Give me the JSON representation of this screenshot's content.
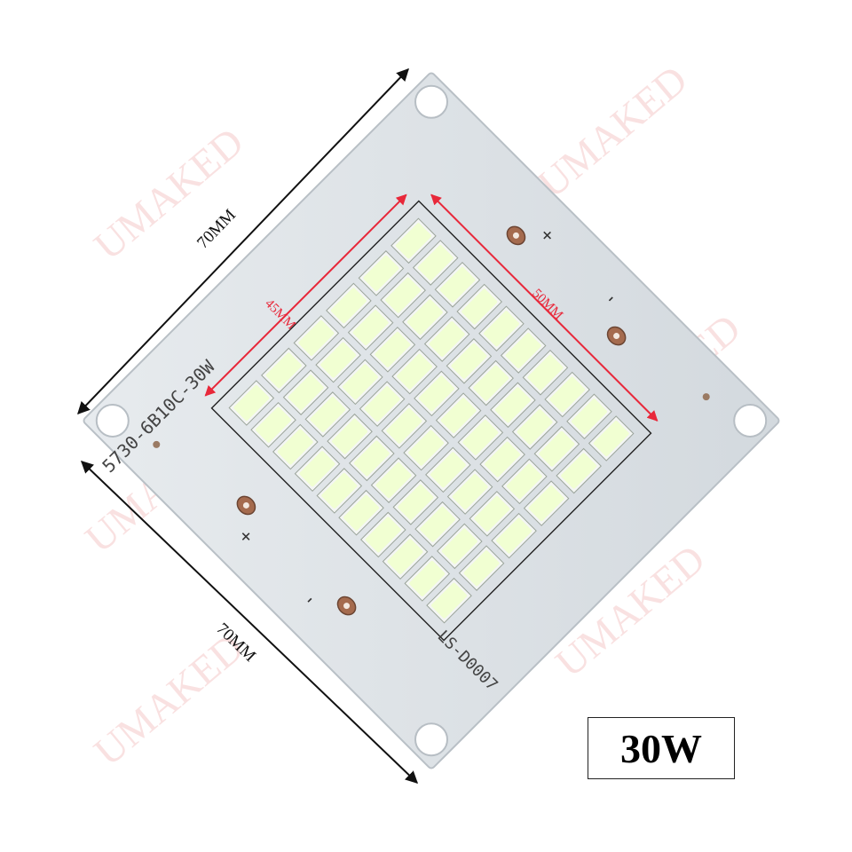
{
  "colors": {
    "background": "#ffffff",
    "board": "#dde2e6",
    "board_edge": "#b9c0c6",
    "led": "#f1ffd2",
    "led_frame": "#9aa39a",
    "dimension_red": "#e8283a",
    "arrow": "#111111",
    "watermark": "#f4c9c9"
  },
  "product": {
    "model_code": "5730-6B10C-30W",
    "board_code": "LS-D0007",
    "wattage": "30W",
    "led_grid": {
      "rows": 10,
      "columns": 6
    }
  },
  "dimensions": {
    "board_width": "70MM",
    "board_height": "70MM",
    "led_area_width": "45MM",
    "led_area_height": "50MM"
  },
  "polarity": {
    "plus": "+",
    "minus": "-"
  },
  "watermark": "UMAKED",
  "icons": [
    "mounting-hole-icon",
    "solder-pad-icon",
    "led-chip-icon",
    "dimension-arrow-icon"
  ]
}
